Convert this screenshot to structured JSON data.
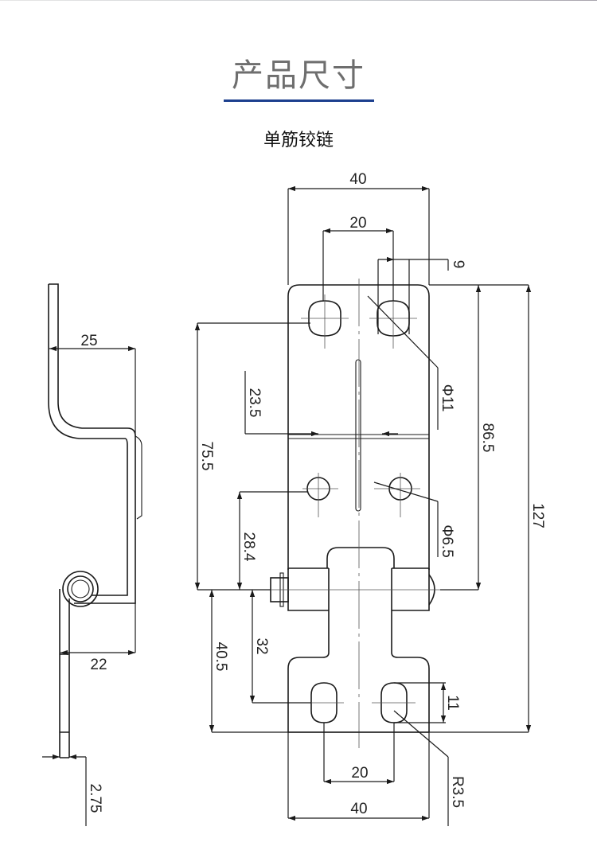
{
  "header": {
    "title": "产品尺寸",
    "subtitle": "单筋铰链"
  },
  "colors": {
    "accent_underline": "#1c3f8e",
    "title_text": "#6e6e6e",
    "line": "#1a1a1a"
  },
  "side_view": {
    "dimensions": {
      "top_offset": "25",
      "bottom_offset": "22",
      "thickness": "2.75"
    }
  },
  "front_view": {
    "dimensions": {
      "top_width": "40",
      "top_hole_spacing": "20",
      "slot_width": "9",
      "top_hole_diameter": "Φ11",
      "upper_slot_offset": "23.5",
      "top_hole_to_pin": "75.5",
      "top_hole_to_pin_right": "86.5",
      "overall_height": "127",
      "middle_hole_diameter": "Φ6.5",
      "middle_hole_to_pin": "28.4",
      "pin_to_bottom_edge": "40.5",
      "pin_to_bottom_hole": "32",
      "bottom_slot_length": "11",
      "bottom_hole_spacing": "20",
      "bottom_width": "40",
      "slot_radius": "R3.5"
    }
  }
}
